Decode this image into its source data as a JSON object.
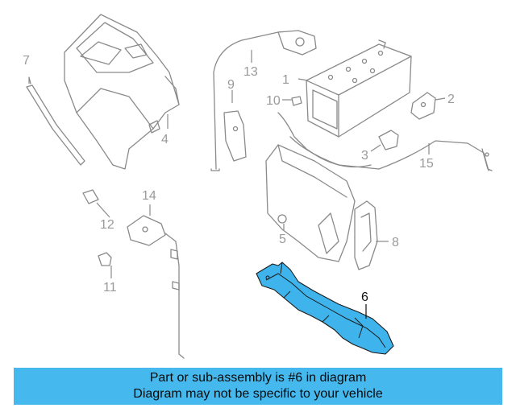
{
  "diagram": {
    "highlight_color": "#3fb4ec",
    "callouts": [
      "1",
      "2",
      "3",
      "4",
      "5",
      "6",
      "7",
      "8",
      "9",
      "10",
      "11",
      "12",
      "13",
      "14",
      "15"
    ],
    "highlighted_part": "6"
  },
  "banner": {
    "line1": "Part or sub-assembly is #6 in diagram",
    "line2": "Diagram may not be specific to your vehicle",
    "color": "#45b8ee"
  }
}
